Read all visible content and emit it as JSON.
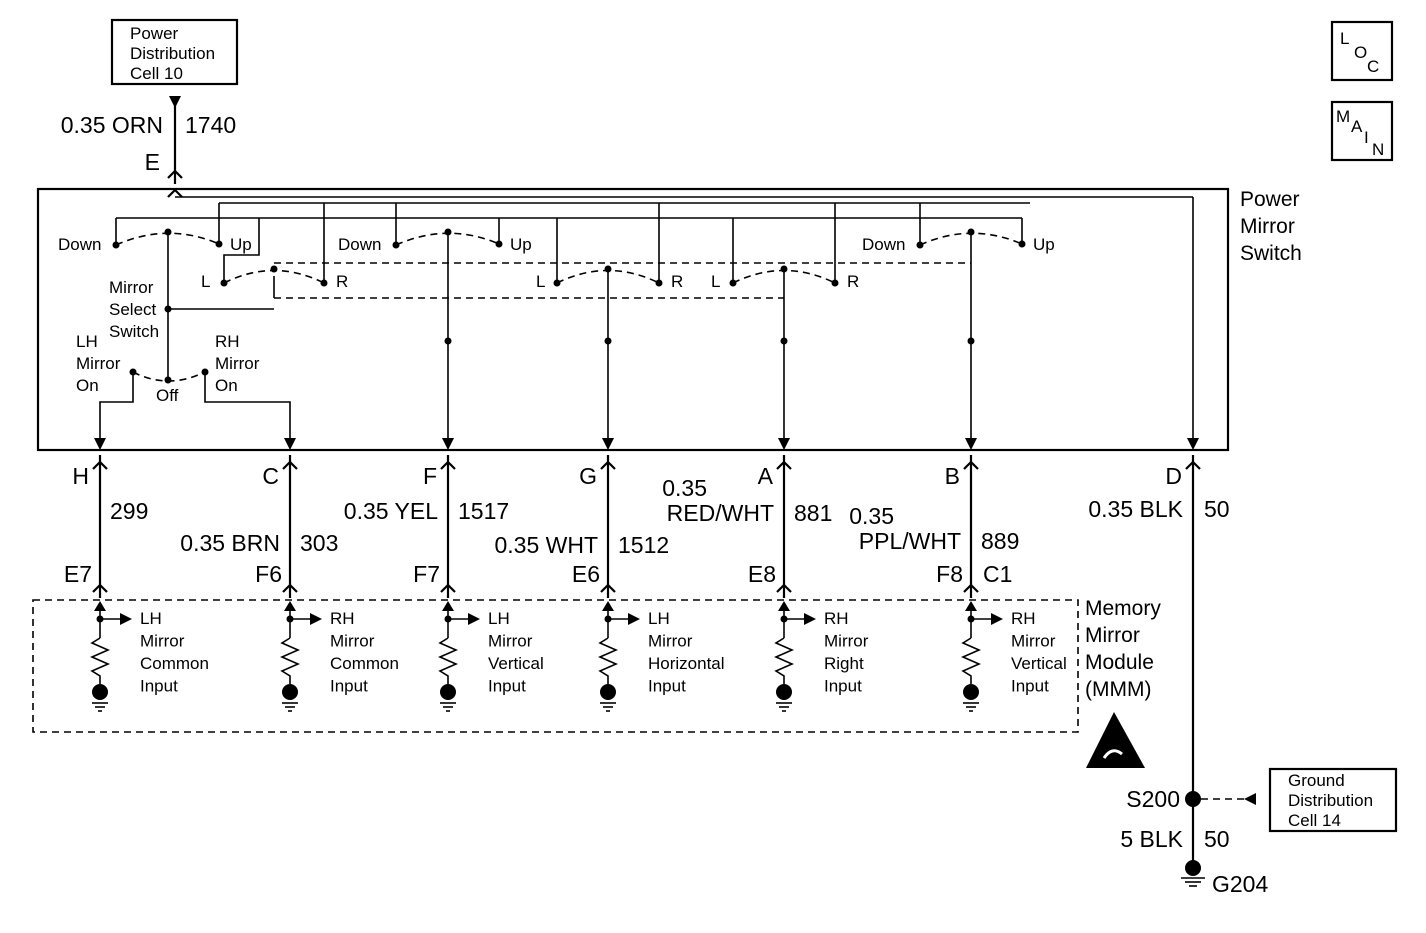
{
  "power_source": {
    "lines": [
      "Power",
      "Distribution",
      "Cell 10"
    ],
    "wire": "0.35 ORN",
    "circuit": "1740",
    "pin": "E"
  },
  "side_icons": {
    "loc": [
      "L",
      "O",
      "C"
    ],
    "main": [
      "M",
      "A",
      "I",
      "N"
    ]
  },
  "switch": {
    "title_lines": [
      "Power",
      "Mirror",
      "Switch"
    ],
    "labels": {
      "down": "Down",
      "up": "Up",
      "left": "L",
      "right": "R",
      "off": "Off"
    },
    "select_lines": [
      "Mirror",
      "Select",
      "Switch"
    ],
    "lh_on_lines": [
      "LH",
      "Mirror",
      "On"
    ],
    "rh_on_lines": [
      "RH",
      "Mirror",
      "On"
    ]
  },
  "connectors": [
    {
      "pin": "H",
      "wire_line1": "",
      "wire_line2": "",
      "circuit": "299",
      "mmm_pin": "E7",
      "input_lines": [
        "LH",
        "Mirror",
        "Common",
        "Input"
      ]
    },
    {
      "pin": "C",
      "wire_line1": "",
      "wire_line2": "0.35 BRN",
      "circuit": "303",
      "mmm_pin": "F6",
      "input_lines": [
        "RH",
        "Mirror",
        "Common",
        "Input"
      ]
    },
    {
      "pin": "F",
      "wire_line1": "",
      "wire_line2": "0.35 YEL",
      "circuit": "1517",
      "mmm_pin": "F7",
      "input_lines": [
        "LH",
        "Mirror",
        "Vertical",
        "Input"
      ]
    },
    {
      "pin": "G",
      "wire_line1": "",
      "wire_line2": "0.35 WHT",
      "circuit": "1512",
      "mmm_pin": "E6",
      "input_lines": [
        "LH",
        "Mirror",
        "Horizontal",
        "Input"
      ]
    },
    {
      "pin": "A",
      "wire_line1": "0.35",
      "wire_line2": "RED/WHT",
      "circuit": "881",
      "mmm_pin": "E8",
      "input_lines": [
        "RH",
        "Mirror",
        "Right",
        "Input"
      ]
    },
    {
      "pin": "B",
      "wire_line1": "0.35",
      "wire_line2": "PPL/WHT",
      "circuit": "889",
      "mmm_pin": "F8",
      "mmm_pin2": "C1",
      "input_lines": [
        "RH",
        "Mirror",
        "Vertical",
        "Input"
      ]
    }
  ],
  "ground_wire": {
    "pin": "D",
    "wire": "0.35 BLK",
    "circuit": "50",
    "splice": "S200",
    "wire2": "5 BLK",
    "circuit2": "50",
    "ground": "G204"
  },
  "ground_dist": {
    "lines": [
      "Ground",
      "Distribution",
      "Cell 14"
    ]
  },
  "module": {
    "title_lines": [
      "Memory",
      "Mirror",
      "Module",
      "(MMM)"
    ]
  }
}
